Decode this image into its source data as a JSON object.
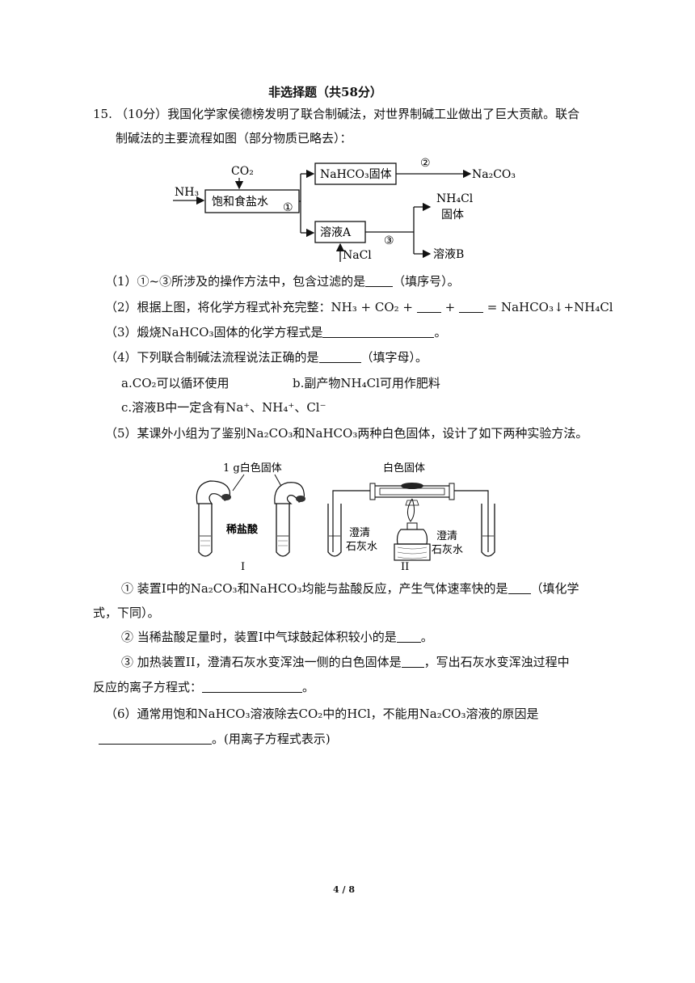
{
  "section_title": "非选择题（共58分）",
  "q15": {
    "number": "15.",
    "intro_line1": "（10分）我国化学家侯德榜发明了联合制碱法，对世界制碱工业做出了巨大贡献。联合",
    "intro_line2": "制碱法的主要流程如图（部分物质已略去）：",
    "flow": {
      "co2": "CO₂",
      "nh3": "NH₃",
      "saturated_brine": "饱和食盐水",
      "step1": "①",
      "nahco3_solid": "NaHCO₃固体",
      "step2": "②",
      "na2co3": "Na₂CO₃",
      "nh4cl_line1": "NH₄Cl",
      "nh4cl_line2": "固体",
      "solution_a": "溶液A",
      "step3": "③",
      "nacl": "NaCl",
      "solution_b": "溶液B"
    },
    "p1": "（1）①~③所涉及的操作方法中，包含过滤的是",
    "p1_tail": "（填序号）。",
    "p2_a": "（2）根据上图，将化学方程式补充完整：NH₃ + CO₂ +",
    "p2_b": "+",
    "p2_c": "= NaHCO₃↓+NH₄Cl",
    "p3": "（3）煅烧NaHCO₃固体的化学方程式是",
    "p3_tail": "。",
    "p4": "（4）下列联合制碱法流程说法正确的是",
    "p4_tail": "（填字母）。",
    "opt_a": "a.CO₂可以循环使用",
    "opt_b": "b.副产物NH₄Cl可用作肥料",
    "opt_c": "c.溶液B中一定含有Na⁺、NH₄⁺、Cl⁻",
    "p5": "（5）某课外小组为了鉴别Na₂CO₃和NaHCO₃两种白色固体，设计了如下两种实验方法。",
    "apparatus": {
      "label_1g": "1 g白色固体",
      "label_hcl": "稀盐酸",
      "label_white_solid": "白色固体",
      "label_lime_left_1": "澄清",
      "label_lime_left_2": "石灰水",
      "label_lime_right_1": "澄清",
      "label_lime_right_2": "石灰水",
      "roman_1": "I",
      "roman_2": "II"
    },
    "s1_a": "① 装置I中的Na₂CO₃和NaHCO₃均能与盐酸反应，产生气体速率快的是",
    "s1_b": "（填化学",
    "s1_c": "式，下同）。",
    "s2": "② 当稀盐酸足量时，装置I中气球鼓起体积较小的是",
    "s2_tail": "。",
    "s3_a": "③ 加热装置II，澄清石灰水变浑浊一侧的白色固体是",
    "s3_b": "，写出石灰水变浑浊过程中",
    "s3_c": "反应的离子方程式：",
    "s3_tail": "。",
    "p6": "（6）通常用饱和NaHCO₃溶液除去CO₂中的HCl，不能用Na₂CO₃溶液的原因是",
    "p6_tail": "。(用离子方程式表示)"
  },
  "page_number": "4 / 8"
}
